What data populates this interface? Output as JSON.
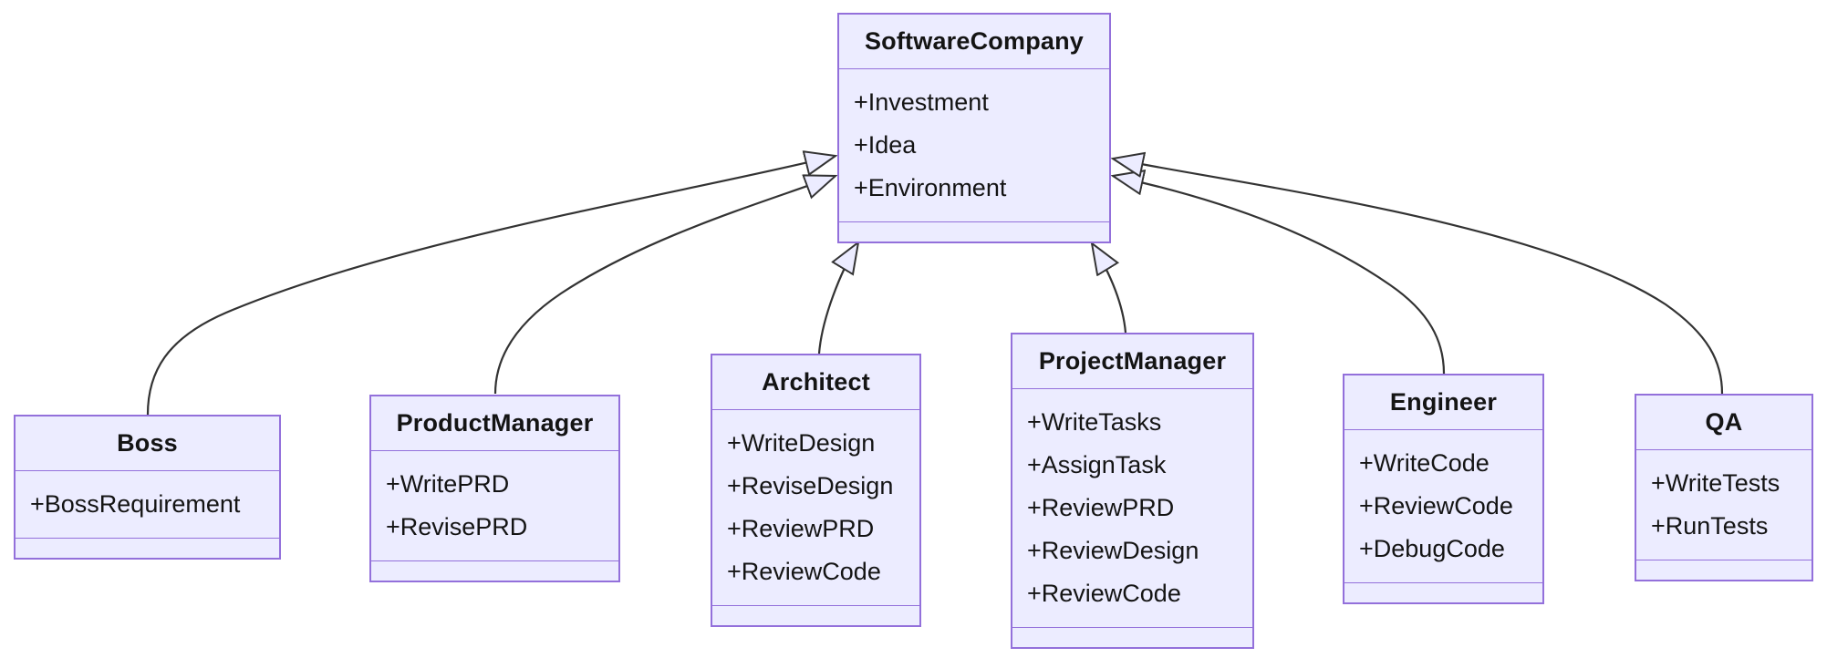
{
  "diagram": {
    "kind": "uml-class-diagram",
    "background": "#FFFFFF",
    "colors": {
      "node_fill": "#ECECFF",
      "node_border": "#9370DB",
      "edge_line": "#333333",
      "arrowhead_fill": "#ECECFF",
      "text": "#141414"
    },
    "classes": [
      {
        "name": "SoftwareCompany",
        "attributes": [
          "+Investment",
          "+Idea",
          "+Environment"
        ],
        "methods": []
      },
      {
        "name": "Boss",
        "attributes": [
          "+BossRequirement"
        ],
        "methods": []
      },
      {
        "name": "ProductManager",
        "attributes": [
          "+WritePRD",
          "+RevisePRD"
        ],
        "methods": []
      },
      {
        "name": "Architect",
        "attributes": [
          "+WriteDesign",
          "+ReviseDesign",
          "+ReviewPRD",
          "+ReviewCode"
        ],
        "methods": []
      },
      {
        "name": "ProjectManager",
        "attributes": [
          "+WriteTasks",
          "+AssignTask",
          "+ReviewPRD",
          "+ReviewDesign",
          "+ReviewCode"
        ],
        "methods": []
      },
      {
        "name": "Engineer",
        "attributes": [
          "+WriteCode",
          "+ReviewCode",
          "+DebugCode"
        ],
        "methods": []
      },
      {
        "name": "QA",
        "attributes": [
          "+WriteTests",
          "+RunTests"
        ],
        "methods": []
      }
    ],
    "relations": [
      {
        "from": "Boss",
        "to": "SoftwareCompany",
        "type": "inheritance"
      },
      {
        "from": "ProductManager",
        "to": "SoftwareCompany",
        "type": "inheritance"
      },
      {
        "from": "Architect",
        "to": "SoftwareCompany",
        "type": "inheritance"
      },
      {
        "from": "ProjectManager",
        "to": "SoftwareCompany",
        "type": "inheritance"
      },
      {
        "from": "Engineer",
        "to": "SoftwareCompany",
        "type": "inheritance"
      },
      {
        "from": "QA",
        "to": "SoftwareCompany",
        "type": "inheritance"
      }
    ]
  }
}
